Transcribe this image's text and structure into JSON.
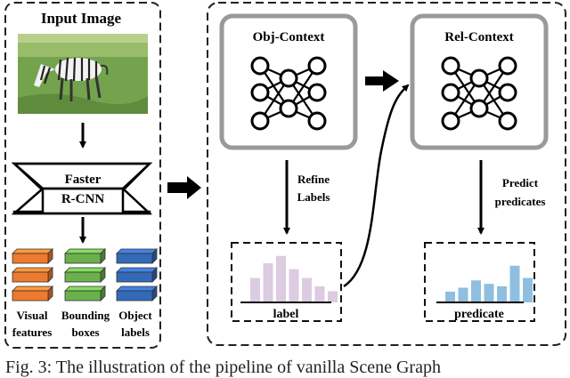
{
  "input_panel": {
    "title": "Input Image",
    "detector_line1": "Faster",
    "detector_line2": "R-CNN",
    "feature_groups": [
      {
        "line1": "Visual",
        "line2": "features",
        "color": "#ee7a2e"
      },
      {
        "line1": "Bounding",
        "line2": "boxes",
        "color": "#6ab04c"
      },
      {
        "line1": "Object",
        "line2": "labels",
        "color": "#3469b8"
      }
    ]
  },
  "pipeline": {
    "obj_context_title": "Obj-Context",
    "rel_context_title": "Rel-Context",
    "refine_line1": "Refine",
    "refine_line2": "Labels",
    "predict_line1": "Predict",
    "predict_line2": "predicates",
    "label_caption": "label",
    "predicate_caption": "predicate",
    "label_hist_values": [
      0.5,
      0.8,
      0.95,
      0.68,
      0.5,
      0.33,
      0.23
    ],
    "label_hist_color": "#dccbe1",
    "predicate_hist_values": [
      0.22,
      0.3,
      0.45,
      0.38,
      0.33,
      0.75,
      0.5
    ],
    "predicate_hist_color": "#8fbfe0"
  },
  "caption": "Fig. 3: The illustration of the pipeline of vanilla Scene Graph"
}
